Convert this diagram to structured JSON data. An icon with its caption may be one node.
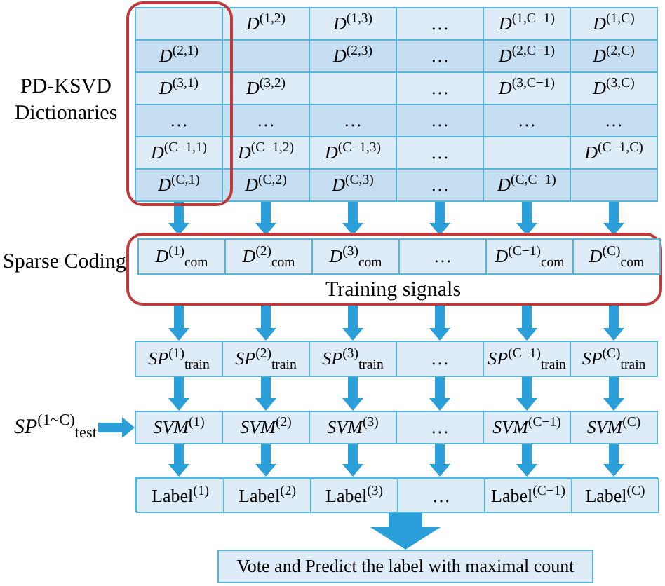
{
  "diagram": {
    "nodes": [
      {
        "text": [
          "PD-KSVD Dictionaries"
        ]
      },
      {
        "text": [],
        "shape": "box",
        "in": 0
      },
      {
        "text": [
          "*D*$^{(1,2)}$"
        ],
        "in": 0
      },
      {
        "text": [
          "*D*$^{(1,3)}$"
        ],
        "in": 0
      },
      {
        "text": [
          "…"
        ],
        "in": 0
      },
      {
        "text": [
          "*D*$^{(1,C−1)}$"
        ],
        "in": 0
      },
      {
        "text": [
          "*D*$^{(1,C)}$"
        ],
        "in": 0
      },
      {
        "text": [
          "*D*$^{(2,1)}$"
        ],
        "in": 0
      },
      {
        "text": [],
        "shape": "box",
        "in": 0
      },
      {
        "text": [
          "*D*$^{(2,3)}$"
        ],
        "in": 0
      },
      {
        "text": [
          "…"
        ],
        "in": 0
      },
      {
        "text": [
          "*D*$^{(2,C−1)}$"
        ],
        "in": 0
      },
      {
        "text": [
          "*D*$^{(2,C)}$"
        ],
        "in": 0
      },
      {
        "text": [
          "*D*$^{(3,1)}$"
        ],
        "in": 0
      },
      {
        "text": [
          "*D*$^{(3,2)}$"
        ],
        "in": 0
      },
      {
        "text": [],
        "shape": "box",
        "in": 0
      },
      {
        "text": [
          "…"
        ],
        "in": 0
      },
      {
        "text": [
          "*D*$^{(3,C−1)}$"
        ],
        "in": 0
      },
      {
        "text": [
          "*D*$^{(3,C)}$"
        ],
        "in": 0
      },
      {
        "text": [
          "…"
        ],
        "in": 0
      },
      {
        "text": [
          "…"
        ],
        "in": 0
      },
      {
        "text": [
          "…"
        ],
        "in": 0
      },
      {
        "text": [
          "…"
        ],
        "in": 0
      },
      {
        "text": [
          "…"
        ],
        "in": 0
      },
      {
        "text": [
          "…"
        ],
        "in": 0
      },
      {
        "text": [
          "*D*$^{(C−1,1)}$"
        ],
        "in": 0
      },
      {
        "text": [
          "*D*$^{(C−1,2)}$"
        ],
        "in": 0
      },
      {
        "text": [
          "*D*$^{(C−1,3)}$"
        ],
        "in": 0
      },
      {
        "text": [
          "…"
        ],
        "in": 0
      },
      {
        "text": [],
        "shape": "box",
        "in": 0
      },
      {
        "text": [
          "*D*$^{(C−1,C)}$"
        ],
        "in": 0
      },
      {
        "text": [
          "*D*$^{(C,1)}$"
        ],
        "in": 0
      },
      {
        "text": [
          "*D*$^{(C,2)}$"
        ],
        "in": 0
      },
      {
        "text": [
          "*D*$^{(C,3)}$"
        ],
        "in": 0
      },
      {
        "text": [
          "…"
        ],
        "in": 0
      },
      {
        "text": [
          "*D*$^{(C,C−1)}$"
        ],
        "in": 0
      },
      {
        "text": [],
        "shape": "box",
        "in": 0
      },
      {
        "text": [
          "Sparse Coding",
          "Training signals"
        ]
      },
      {
        "text": [
          "*D*$^{(1)}$$_{com}$"
        ],
        "in": 37
      },
      {
        "text": [
          "*D*$^{(2)}$$_{com}$"
        ],
        "in": 37
      },
      {
        "text": [
          "*D*$^{(3)}$$_{com}$"
        ],
        "in": 37
      },
      {
        "text": [
          "…"
        ],
        "in": 37
      },
      {
        "text": [
          "*D*$^{(C−1)}$$_{com}$"
        ],
        "in": 37
      },
      {
        "text": [
          "*D*$^{(C)}$$_{com}$"
        ],
        "in": 37
      },
      {
        "text": [
          "*SP*$^{(1)}$$_{train}$"
        ]
      },
      {
        "text": [
          "*SP*$^{(2)}$$_{train}$"
        ]
      },
      {
        "text": [
          "*SP*$^{(3)}$$_{train}$"
        ]
      },
      {
        "text": [
          "…"
        ]
      },
      {
        "text": [
          "*SP*$^{(C−1)}$$_{train}$"
        ]
      },
      {
        "text": [
          "*SP*$^{(C)}$$_{train}$"
        ]
      },
      {
        "text": [
          "*SP*$^{(1~C)}$$_{test}$"
        ]
      },
      {
        "text": [
          "*SVM*$^{(1)}$"
        ]
      },
      {
        "text": [
          "*SVM*$^{(2)}$"
        ]
      },
      {
        "text": [
          "*SVM*$^{(3)}$"
        ]
      },
      {
        "text": [
          "…"
        ]
      },
      {
        "text": [
          "*SVM*$^{(C−1)}$"
        ]
      },
      {
        "text": [
          "*SVM*$^{(C)}$"
        ]
      },
      {
        "text": [],
        "shape": "box"
      },
      {
        "text": [
          "Label$^{(1)}$"
        ],
        "in": 57
      },
      {
        "text": [
          "Label$^{(2)}$"
        ],
        "in": 57
      },
      {
        "text": [
          "Label$^{(3)}$"
        ],
        "in": 57
      },
      {
        "text": [
          "…"
        ],
        "in": 57
      },
      {
        "text": [
          "Label$^{(C−1)}$"
        ],
        "in": 57
      },
      {
        "text": [
          "Label$^{(C)}$"
        ],
        "in": 57
      },
      {
        "text": [
          "Vote and Predict the label with maximal count"
        ]
      }
    ],
    "edges": [
      {
        "from": 31,
        "to": 38,
        "arrow": "to"
      },
      {
        "from": 32,
        "to": 39,
        "arrow": "to"
      },
      {
        "from": 33,
        "to": 40,
        "arrow": "to"
      },
      {
        "from": 34,
        "to": 41,
        "arrow": "to"
      },
      {
        "from": 35,
        "to": 42,
        "arrow": "to"
      },
      {
        "from": 36,
        "to": 43,
        "arrow": "to"
      },
      {
        "from": 37,
        "to": 44,
        "arrow": "to"
      },
      {
        "from": 37,
        "to": 45,
        "arrow": "to"
      },
      {
        "from": 37,
        "to": 46,
        "arrow": "to"
      },
      {
        "from": 37,
        "to": 47,
        "arrow": "to"
      },
      {
        "from": 37,
        "to": 48,
        "arrow": "to"
      },
      {
        "from": 37,
        "to": 49,
        "arrow": "to"
      },
      {
        "from": 44,
        "to": 51,
        "arrow": "to"
      },
      {
        "from": 45,
        "to": 52,
        "arrow": "to"
      },
      {
        "from": 46,
        "to": 53,
        "arrow": "to"
      },
      {
        "from": 47,
        "to": 54,
        "arrow": "to"
      },
      {
        "from": 48,
        "to": 55,
        "arrow": "to"
      },
      {
        "from": 49,
        "to": 56,
        "arrow": "to"
      },
      {
        "from": 50,
        "to": 51,
        "arrow": "to"
      },
      {
        "from": 51,
        "to": 58,
        "arrow": "to"
      },
      {
        "from": 52,
        "to": 59,
        "arrow": "to"
      },
      {
        "from": 53,
        "to": 60,
        "arrow": "to"
      },
      {
        "from": 54,
        "to": 61,
        "arrow": "to"
      },
      {
        "from": 55,
        "to": 62,
        "arrow": "to"
      },
      {
        "from": 56,
        "to": 63,
        "arrow": "to"
      },
      {
        "from": 57,
        "to": 64,
        "arrow": "to",
        "style": "thick"
      }
    ]
  }
}
